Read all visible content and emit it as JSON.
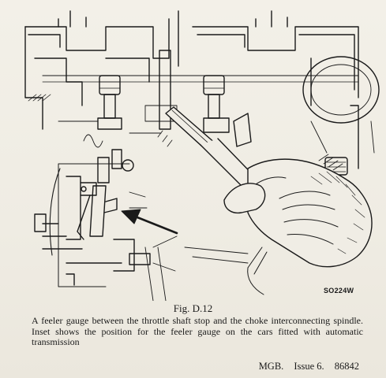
{
  "figure": {
    "ref_code": "SO224W",
    "number_label": "Fig. D.12",
    "caption": "A feeler gauge between the throttle shaft stop and the choke interconnecting spindle. Inset shows the position for the feeler gauge on the cars fitted with automatic transmission"
  },
  "footer": {
    "model": "MGB.",
    "issue": "Issue 6.",
    "page_code": "86842"
  },
  "colors": {
    "paper": "#f0ede5",
    "ink": "#1a1a1a"
  },
  "icons": [
    "feeler-gauge-illustration",
    "hand-illustration",
    "pointer-arrow-icon"
  ]
}
